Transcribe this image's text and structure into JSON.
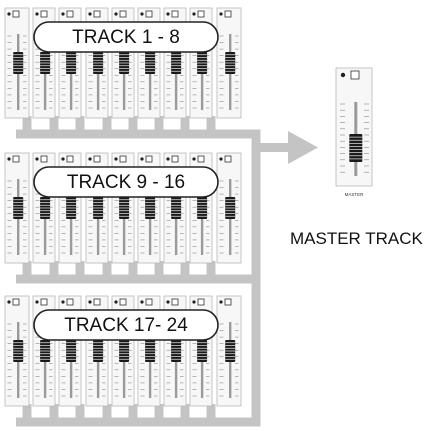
{
  "banks": [
    {
      "label": "TRACK 1 - 8",
      "channels": 8
    },
    {
      "label": "TRACK 9 - 16",
      "channels": 8
    },
    {
      "label": "TRACK 17- 24",
      "channels": 8
    }
  ],
  "master": {
    "strip_label": "MASTER",
    "caption": "MASTER TRACK"
  },
  "colors": {
    "connector": "#c4c4c4",
    "panel_fill": "#f7f7f7",
    "panel_border": "#b8b8b8",
    "fader_cap": "#1a1a1a",
    "text": "#111111"
  },
  "icons": [
    "arrow-right-icon",
    "led-icon",
    "button-icon",
    "fader-icon"
  ]
}
